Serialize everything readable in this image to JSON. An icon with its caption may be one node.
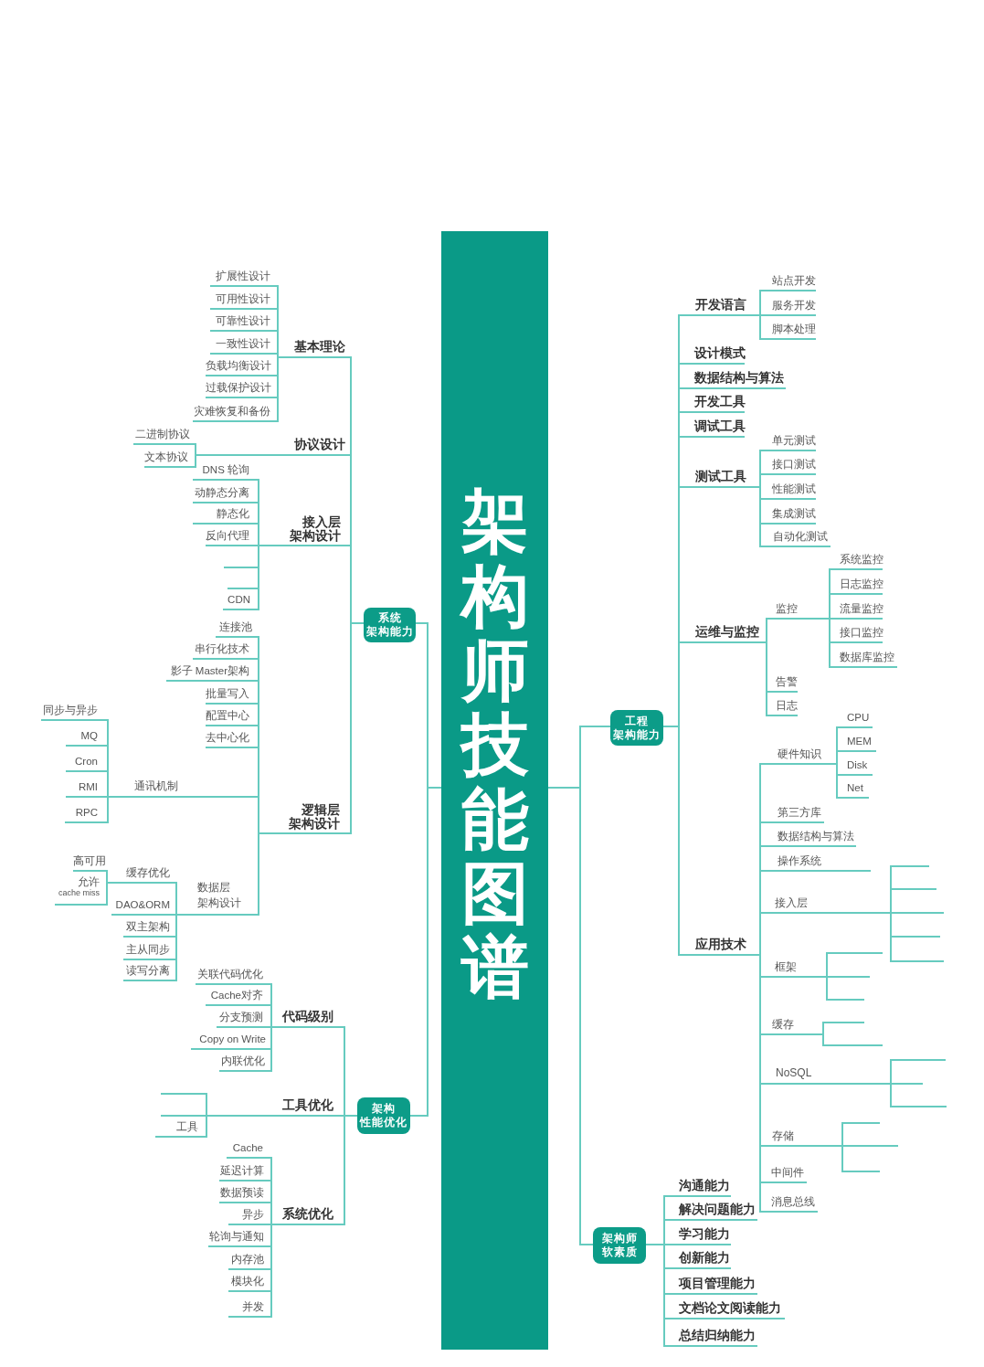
{
  "diagram": {
    "nodes": [
      {
        "text": [
          "架构师技能图谱"
        ]
      },
      {
        "text": [
          "系统架构能力"
        ]
      },
      {
        "text": [
          "基本理论"
        ]
      },
      {
        "text": [
          "扩展性设计"
        ]
      },
      {
        "text": [
          "可用性设计"
        ]
      },
      {
        "text": [
          "可靠性设计"
        ]
      },
      {
        "text": [
          "一致性设计"
        ]
      },
      {
        "text": [
          "负载均衡设计"
        ]
      },
      {
        "text": [
          "过载保护设计"
        ]
      },
      {
        "text": [
          "灾难恢复和备份"
        ]
      },
      {
        "text": [
          "协议设计"
        ]
      },
      {
        "text": [
          "二进制协议"
        ]
      },
      {
        "text": [
          "文本协议"
        ]
      },
      {
        "text": [
          "接入层架构设计"
        ]
      },
      {
        "text": [
          "DNS 轮询"
        ]
      },
      {
        "text": [
          "动静态分离"
        ]
      },
      {
        "text": [
          "静态化"
        ]
      },
      {
        "text": [
          "反向代理"
        ]
      },
      {
        "text": [],
        "shape": "line"
      },
      {
        "text": [],
        "shape": "line"
      },
      {
        "text": [
          "CDN"
        ]
      },
      {
        "text": [
          "逻辑层架构设计"
        ]
      },
      {
        "text": [
          "连接池"
        ]
      },
      {
        "text": [
          "串行化技术"
        ]
      },
      {
        "text": [
          "影子 Master架构"
        ]
      },
      {
        "text": [
          "批量写入"
        ]
      },
      {
        "text": [
          "配置中心"
        ]
      },
      {
        "text": [
          "去中心化"
        ]
      },
      {
        "text": [
          "通讯机制"
        ]
      },
      {
        "text": [
          "同步与异步"
        ]
      },
      {
        "text": [
          "MQ"
        ]
      },
      {
        "text": [
          "Cron"
        ]
      },
      {
        "text": [
          "RMI"
        ]
      },
      {
        "text": [
          "RPC"
        ]
      },
      {
        "text": [
          "数据层架构设计"
        ]
      },
      {
        "text": [
          "缓存优化"
        ]
      },
      {
        "text": [
          "高可用"
        ]
      },
      {
        "text": [
          "允许 cache miss"
        ]
      },
      {
        "text": [
          "DAO&ORM"
        ]
      },
      {
        "text": [
          "双主架构"
        ]
      },
      {
        "text": [
          "主从同步"
        ]
      },
      {
        "text": [
          "读写分离"
        ]
      },
      {
        "text": [
          "架构性能优化"
        ]
      },
      {
        "text": [
          "代码级别"
        ]
      },
      {
        "text": [
          "关联代码优化"
        ]
      },
      {
        "text": [
          "Cache对齐"
        ]
      },
      {
        "text": [
          "分支预测"
        ]
      },
      {
        "text": [
          "Copy on Write"
        ]
      },
      {
        "text": [
          "内联优化"
        ]
      },
      {
        "text": [
          "工具优化"
        ]
      },
      {
        "text": [],
        "shape": "line"
      },
      {
        "text": [],
        "shape": "line"
      },
      {
        "text": [
          "工具"
        ]
      },
      {
        "text": [
          "系统优化"
        ]
      },
      {
        "text": [
          "Cache"
        ]
      },
      {
        "text": [
          "延迟计算"
        ]
      },
      {
        "text": [
          "数据预读"
        ]
      },
      {
        "text": [
          "异步"
        ]
      },
      {
        "text": [
          "轮询与通知"
        ]
      },
      {
        "text": [
          "内存池"
        ]
      },
      {
        "text": [
          "模块化"
        ]
      },
      {
        "text": [
          "并发"
        ]
      },
      {
        "text": [
          "工程架构能力"
        ]
      },
      {
        "text": [
          "开发语言"
        ]
      },
      {
        "text": [
          "站点开发"
        ]
      },
      {
        "text": [
          "服务开发"
        ]
      },
      {
        "text": [
          "脚本处理"
        ]
      },
      {
        "text": [
          "设计模式"
        ]
      },
      {
        "text": [
          "数据结构与算法"
        ]
      },
      {
        "text": [
          "开发工具"
        ]
      },
      {
        "text": [
          "调试工具"
        ]
      },
      {
        "text": [
          "测试工具"
        ]
      },
      {
        "text": [
          "单元测试"
        ]
      },
      {
        "text": [
          "接口测试"
        ]
      },
      {
        "text": [
          "性能测试"
        ]
      },
      {
        "text": [
          "集成测试"
        ]
      },
      {
        "text": [
          "自动化测试"
        ]
      },
      {
        "text": [
          "运维与监控"
        ]
      },
      {
        "text": [
          "监控"
        ]
      },
      {
        "text": [
          "系统监控"
        ]
      },
      {
        "text": [
          "日志监控"
        ]
      },
      {
        "text": [
          "流量监控"
        ]
      },
      {
        "text": [
          "接口监控"
        ]
      },
      {
        "text": [
          "数据库监控"
        ]
      },
      {
        "text": [
          "告警"
        ]
      },
      {
        "text": [
          "日志"
        ]
      },
      {
        "text": [
          "应用技术"
        ]
      },
      {
        "text": [
          "硬件知识"
        ]
      },
      {
        "text": [
          "CPU"
        ]
      },
      {
        "text": [
          "MEM"
        ]
      },
      {
        "text": [
          "Disk"
        ]
      },
      {
        "text": [
          "Net"
        ]
      },
      {
        "text": [
          "第三方库"
        ]
      },
      {
        "text": [
          "数据结构与算法"
        ]
      },
      {
        "text": [
          "操作系统"
        ]
      },
      {
        "text": [],
        "shape": "line"
      },
      {
        "text": [
          "接入层"
        ]
      },
      {
        "text": [],
        "shape": "line"
      },
      {
        "text": [],
        "shape": "line"
      },
      {
        "text": [],
        "shape": "line"
      },
      {
        "text": [],
        "shape": "line"
      },
      {
        "text": [],
        "shape": "line"
      },
      {
        "text": [
          "框架"
        ]
      },
      {
        "text": [],
        "shape": "line"
      },
      {
        "text": [],
        "shape": "line"
      },
      {
        "text": [],
        "shape": "line"
      },
      {
        "text": [
          "缓存"
        ]
      },
      {
        "text": [],
        "shape": "line"
      },
      {
        "text": [],
        "shape": "line"
      },
      {
        "text": [
          "NoSQL"
        ]
      },
      {
        "text": [],
        "shape": "line"
      },
      {
        "text": [],
        "shape": "line"
      },
      {
        "text": [],
        "shape": "line"
      },
      {
        "text": [
          "存储"
        ]
      },
      {
        "text": [],
        "shape": "line"
      },
      {
        "text": [],
        "shape": "line"
      },
      {
        "text": [],
        "shape": "line"
      },
      {
        "text": [
          "中间件"
        ]
      },
      {
        "text": [
          "消息总线"
        ]
      },
      {
        "text": [
          "架构师软素质"
        ]
      },
      {
        "text": [
          "沟通能力"
        ]
      },
      {
        "text": [
          "解决问题能力"
        ]
      },
      {
        "text": [
          "学习能力"
        ]
      },
      {
        "text": [
          "创新能力"
        ]
      },
      {
        "text": [
          "项目管理能力"
        ]
      },
      {
        "text": [
          "文档论文阅读能力"
        ]
      },
      {
        "text": [
          "总结归纳能力"
        ]
      }
    ],
    "edges": [
      {
        "from": 0,
        "to": 1,
        "arrow": "none"
      },
      {
        "from": 1,
        "to": 2,
        "arrow": "none"
      },
      {
        "from": 2,
        "to": 3,
        "arrow": "none"
      },
      {
        "from": 2,
        "to": 4,
        "arrow": "none"
      },
      {
        "from": 2,
        "to": 5,
        "arrow": "none"
      },
      {
        "from": 2,
        "to": 6,
        "arrow": "none"
      },
      {
        "from": 2,
        "to": 7,
        "arrow": "none"
      },
      {
        "from": 2,
        "to": 8,
        "arrow": "none"
      },
      {
        "from": 2,
        "to": 9,
        "arrow": "none"
      },
      {
        "from": 1,
        "to": 10,
        "arrow": "none"
      },
      {
        "from": 10,
        "to": 11,
        "arrow": "none"
      },
      {
        "from": 10,
        "to": 12,
        "arrow": "none"
      },
      {
        "from": 1,
        "to": 13,
        "arrow": "none"
      },
      {
        "from": 13,
        "to": 14,
        "arrow": "none"
      },
      {
        "from": 13,
        "to": 15,
        "arrow": "none"
      },
      {
        "from": 13,
        "to": 16,
        "arrow": "none"
      },
      {
        "from": 13,
        "to": 17,
        "arrow": "none"
      },
      {
        "from": 13,
        "to": 18,
        "arrow": "none"
      },
      {
        "from": 13,
        "to": 19,
        "arrow": "none"
      },
      {
        "from": 13,
        "to": 20,
        "arrow": "none"
      },
      {
        "from": 1,
        "to": 21,
        "arrow": "none"
      },
      {
        "from": 21,
        "to": 22,
        "arrow": "none"
      },
      {
        "from": 21,
        "to": 23,
        "arrow": "none"
      },
      {
        "from": 21,
        "to": 24,
        "arrow": "none"
      },
      {
        "from": 21,
        "to": 25,
        "arrow": "none"
      },
      {
        "from": 21,
        "to": 26,
        "arrow": "none"
      },
      {
        "from": 21,
        "to": 27,
        "arrow": "none"
      },
      {
        "from": 21,
        "to": 28,
        "arrow": "none"
      },
      {
        "from": 28,
        "to": 29,
        "arrow": "none"
      },
      {
        "from": 28,
        "to": 30,
        "arrow": "none"
      },
      {
        "from": 28,
        "to": 31,
        "arrow": "none"
      },
      {
        "from": 28,
        "to": 32,
        "arrow": "none"
      },
      {
        "from": 28,
        "to": 33,
        "arrow": "none"
      },
      {
        "from": 21,
        "to": 34,
        "arrow": "none"
      },
      {
        "from": 34,
        "to": 35,
        "arrow": "none"
      },
      {
        "from": 35,
        "to": 36,
        "arrow": "none"
      },
      {
        "from": 35,
        "to": 37,
        "arrow": "none"
      },
      {
        "from": 34,
        "to": 38,
        "arrow": "none"
      },
      {
        "from": 34,
        "to": 39,
        "arrow": "none"
      },
      {
        "from": 34,
        "to": 40,
        "arrow": "none"
      },
      {
        "from": 34,
        "to": 41,
        "arrow": "none"
      },
      {
        "from": 0,
        "to": 42,
        "arrow": "none"
      },
      {
        "from": 42,
        "to": 43,
        "arrow": "none"
      },
      {
        "from": 43,
        "to": 44,
        "arrow": "none"
      },
      {
        "from": 43,
        "to": 45,
        "arrow": "none"
      },
      {
        "from": 43,
        "to": 46,
        "arrow": "none"
      },
      {
        "from": 43,
        "to": 47,
        "arrow": "none"
      },
      {
        "from": 43,
        "to": 48,
        "arrow": "none"
      },
      {
        "from": 42,
        "to": 49,
        "arrow": "none"
      },
      {
        "from": 49,
        "to": 50,
        "arrow": "none"
      },
      {
        "from": 49,
        "to": 51,
        "arrow": "none"
      },
      {
        "from": 49,
        "to": 52,
        "arrow": "none"
      },
      {
        "from": 42,
        "to": 53,
        "arrow": "none"
      },
      {
        "from": 53,
        "to": 54,
        "arrow": "none"
      },
      {
        "from": 53,
        "to": 55,
        "arrow": "none"
      },
      {
        "from": 53,
        "to": 56,
        "arrow": "none"
      },
      {
        "from": 53,
        "to": 57,
        "arrow": "none"
      },
      {
        "from": 53,
        "to": 58,
        "arrow": "none"
      },
      {
        "from": 53,
        "to": 59,
        "arrow": "none"
      },
      {
        "from": 53,
        "to": 60,
        "arrow": "none"
      },
      {
        "from": 53,
        "to": 61,
        "arrow": "none"
      },
      {
        "from": 0,
        "to": 62,
        "arrow": "none"
      },
      {
        "from": 62,
        "to": 63,
        "arrow": "none"
      },
      {
        "from": 63,
        "to": 64,
        "arrow": "none"
      },
      {
        "from": 63,
        "to": 65,
        "arrow": "none"
      },
      {
        "from": 63,
        "to": 66,
        "arrow": "none"
      },
      {
        "from": 62,
        "to": 67,
        "arrow": "none"
      },
      {
        "from": 62,
        "to": 68,
        "arrow": "none"
      },
      {
        "from": 62,
        "to": 69,
        "arrow": "none"
      },
      {
        "from": 62,
        "to": 70,
        "arrow": "none"
      },
      {
        "from": 62,
        "to": 71,
        "arrow": "none"
      },
      {
        "from": 71,
        "to": 72,
        "arrow": "none"
      },
      {
        "from": 71,
        "to": 73,
        "arrow": "none"
      },
      {
        "from": 71,
        "to": 74,
        "arrow": "none"
      },
      {
        "from": 71,
        "to": 75,
        "arrow": "none"
      },
      {
        "from": 71,
        "to": 76,
        "arrow": "none"
      },
      {
        "from": 62,
        "to": 77,
        "arrow": "none"
      },
      {
        "from": 77,
        "to": 78,
        "arrow": "none"
      },
      {
        "from": 78,
        "to": 79,
        "arrow": "none"
      },
      {
        "from": 78,
        "to": 80,
        "arrow": "none"
      },
      {
        "from": 78,
        "to": 81,
        "arrow": "none"
      },
      {
        "from": 78,
        "to": 82,
        "arrow": "none"
      },
      {
        "from": 78,
        "to": 83,
        "arrow": "none"
      },
      {
        "from": 77,
        "to": 84,
        "arrow": "none"
      },
      {
        "from": 77,
        "to": 85,
        "arrow": "none"
      },
      {
        "from": 62,
        "to": 86,
        "arrow": "none"
      },
      {
        "from": 86,
        "to": 87,
        "arrow": "none"
      },
      {
        "from": 87,
        "to": 88,
        "arrow": "none"
      },
      {
        "from": 87,
        "to": 89,
        "arrow": "none"
      },
      {
        "from": 87,
        "to": 90,
        "arrow": "none"
      },
      {
        "from": 87,
        "to": 91,
        "arrow": "none"
      },
      {
        "from": 86,
        "to": 92,
        "arrow": "none"
      },
      {
        "from": 86,
        "to": 93,
        "arrow": "none"
      },
      {
        "from": 86,
        "to": 94,
        "arrow": "none"
      },
      {
        "from": 94,
        "to": 95,
        "arrow": "none"
      },
      {
        "from": 86,
        "to": 96,
        "arrow": "none"
      },
      {
        "from": 96,
        "to": 97,
        "arrow": "none"
      },
      {
        "from": 96,
        "to": 98,
        "arrow": "none"
      },
      {
        "from": 96,
        "to": 99,
        "arrow": "none"
      },
      {
        "from": 96,
        "to": 100,
        "arrow": "none"
      },
      {
        "from": 96,
        "to": 101,
        "arrow": "none"
      },
      {
        "from": 86,
        "to": 102,
        "arrow": "none"
      },
      {
        "from": 102,
        "to": 103,
        "arrow": "none"
      },
      {
        "from": 102,
        "to": 104,
        "arrow": "none"
      },
      {
        "from": 102,
        "to": 105,
        "arrow": "none"
      },
      {
        "from": 86,
        "to": 106,
        "arrow": "none"
      },
      {
        "from": 106,
        "to": 107,
        "arrow": "none"
      },
      {
        "from": 106,
        "to": 108,
        "arrow": "none"
      },
      {
        "from": 86,
        "to": 109,
        "arrow": "none"
      },
      {
        "from": 109,
        "to": 110,
        "arrow": "none"
      },
      {
        "from": 109,
        "to": 111,
        "arrow": "none"
      },
      {
        "from": 109,
        "to": 112,
        "arrow": "none"
      },
      {
        "from": 86,
        "to": 113,
        "arrow": "none"
      },
      {
        "from": 113,
        "to": 114,
        "arrow": "none"
      },
      {
        "from": 113,
        "to": 115,
        "arrow": "none"
      },
      {
        "from": 113,
        "to": 116,
        "arrow": "none"
      },
      {
        "from": 86,
        "to": 117,
        "arrow": "none"
      },
      {
        "from": 86,
        "to": 118,
        "arrow": "none"
      },
      {
        "from": 0,
        "to": 119,
        "arrow": "none"
      },
      {
        "from": 119,
        "to": 120,
        "arrow": "none"
      },
      {
        "from": 119,
        "to": 121,
        "arrow": "none"
      },
      {
        "from": 119,
        "to": 122,
        "arrow": "none"
      },
      {
        "from": 119,
        "to": 123,
        "arrow": "none"
      },
      {
        "from": 119,
        "to": 124,
        "arrow": "none"
      },
      {
        "from": 119,
        "to": 125,
        "arrow": "none"
      },
      {
        "from": 119,
        "to": 126,
        "arrow": "none"
      }
    ]
  }
}
